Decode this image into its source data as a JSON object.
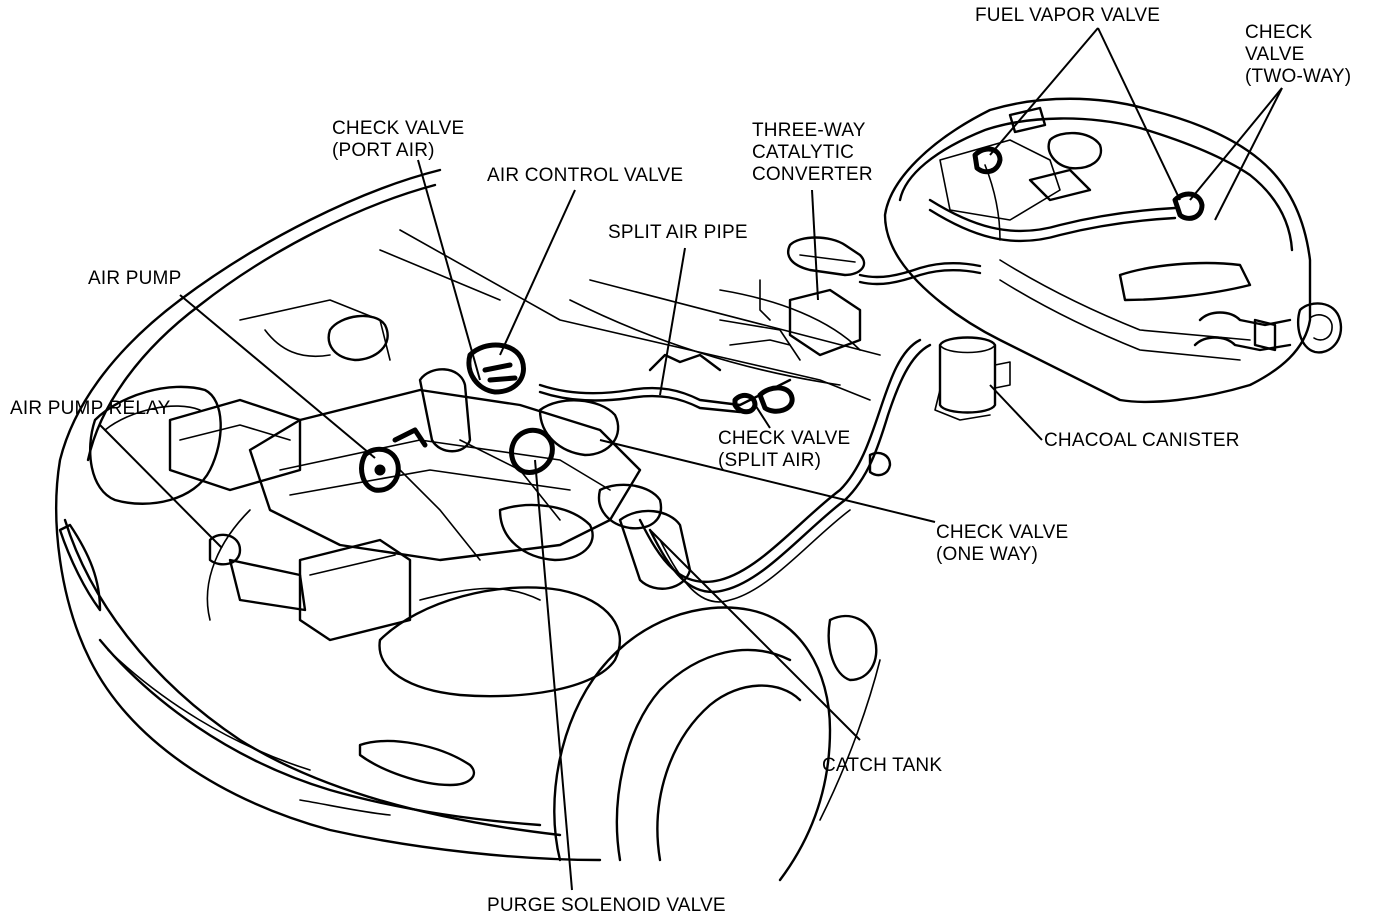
{
  "labels": {
    "fuel_vapor_valve": "FUEL VAPOR VALVE",
    "check_valve_two_way": [
      "CHECK",
      "VALVE",
      "(TWO-WAY)"
    ],
    "check_valve_port_air": [
      "CHECK VALVE",
      "(PORT AIR)"
    ],
    "three_way_catalytic_converter": [
      "THREE-WAY",
      "CATALYTIC",
      "CONVERTER"
    ],
    "air_control_valve": "AIR CONTROL VALVE",
    "split_air_pipe": "SPLIT AIR PIPE",
    "air_pump": "AIR PUMP",
    "air_pump_relay": "AIR PUMP RELAY",
    "check_valve_split_air": [
      "CHECK VALVE",
      "(SPLIT AIR)"
    ],
    "chacoal_canister": "CHACOAL CANISTER",
    "check_valve_one_way": [
      "CHECK VALVE",
      "(ONE WAY)"
    ],
    "catch_tank": "CATCH TANK",
    "purge_solenoid_valve": "PURGE SOLENOID VALVE"
  }
}
